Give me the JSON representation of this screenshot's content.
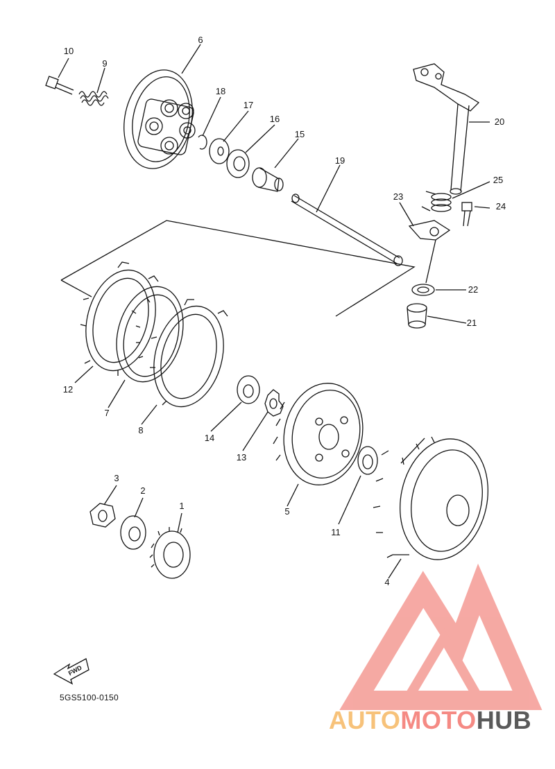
{
  "diagram": {
    "part_code": "5GS5100-0150",
    "direction_arrow": "FWD",
    "callouts": [
      "1",
      "2",
      "3",
      "4",
      "5",
      "6",
      "7",
      "8",
      "9",
      "10",
      "11",
      "12",
      "13",
      "14",
      "15",
      "16",
      "17",
      "18",
      "19",
      "20",
      "21",
      "22",
      "23",
      "24",
      "25"
    ]
  },
  "watermark": {
    "part1": "AUTO",
    "part2": "MOTO",
    "part3": "HUB",
    "colors": {
      "auto": "#f7c27a",
      "moto": "#f58a84",
      "hub": "#5a5a5a",
      "logo": "#f5a09a"
    }
  }
}
